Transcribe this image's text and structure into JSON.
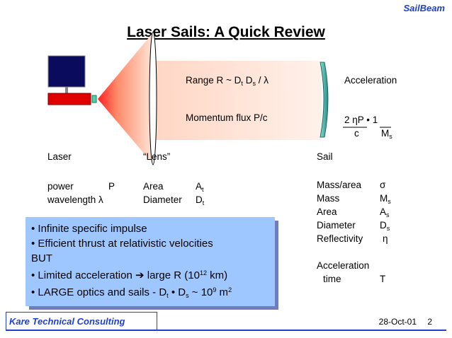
{
  "brand": "SailBeam",
  "title": "Laser Sails: A Quick Review",
  "beam": {
    "range_prefix": "Range R ~ D",
    "range_sub1": "t",
    "range_mid": " D",
    "range_sub2": "s",
    "range_suffix": " / λ",
    "momentum": "Momentum flux P/c",
    "acceleration": "Acceleration",
    "accel_num": "2 ηP • 1",
    "accel_den_c": "c",
    "accel_den_m": "M",
    "accel_den_sub": "s"
  },
  "laser": {
    "heading": "Laser",
    "power_label": "power",
    "power_sym": "P",
    "wavelength_label": "wavelength λ"
  },
  "lens": {
    "heading": "“Lens”",
    "area_label": "Area",
    "area_sym": "A",
    "area_sub": "t",
    "diameter_label": "Diameter",
    "diameter_sym": "D",
    "diameter_sub": "t"
  },
  "sail": {
    "heading": "Sail",
    "rows": [
      {
        "label": "Mass/area",
        "sym": "σ",
        "sub": ""
      },
      {
        "label": "Mass",
        "sym": "M",
        "sub": "s"
      },
      {
        "label": "Area",
        "sym": "A",
        "sub": "s"
      },
      {
        "label": "Diameter",
        "sym": "D",
        "sub": "s"
      },
      {
        "label": "Reflectivity",
        "sym": "η",
        "sub": ""
      }
    ],
    "accel_label1": "Acceleration",
    "accel_label2": "time",
    "accel_sym": "T"
  },
  "bullets": {
    "b1": "• Infinite specific impulse",
    "b2": "• Efficient thrust at relativistic velocities",
    "b3": "BUT",
    "b4_pre": "• Limited acceleration ",
    "b4_arrow": "➔",
    "b4_mid": " large R (10",
    "b4_sup": "12",
    "b4_post": " km)",
    "b5_pre": "• LARGE optics and sails - D",
    "b5_sub1": "t",
    "b5_mid": " • D",
    "b5_sub2": "s",
    "b5_mid2": " ~ 10",
    "b5_sup": "9",
    "b5_post": " m",
    "b5_sup2": "2"
  },
  "footer": {
    "company": "Kare Technical Consulting",
    "date": "28-Oct-01",
    "page": "2"
  }
}
